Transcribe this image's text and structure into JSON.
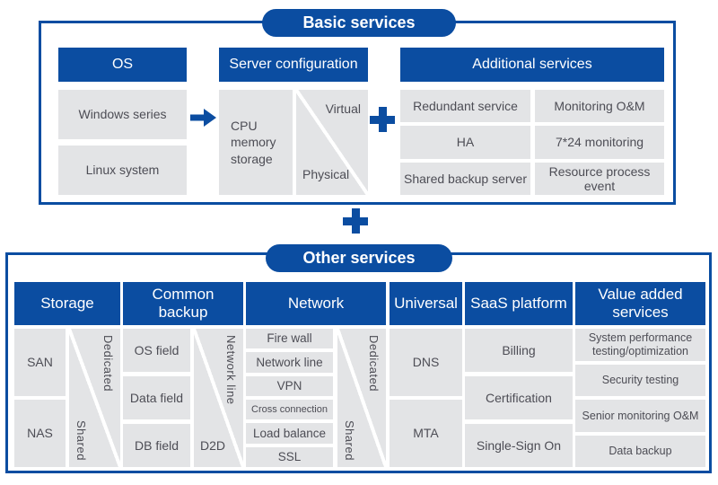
{
  "colors": {
    "blue": "#0b4da1",
    "cell_bg": "#e3e4e6",
    "cell_text": "#4d4d55"
  },
  "basic": {
    "title": "Basic services",
    "os": {
      "header": "OS",
      "items": [
        "Windows series",
        "Linux system"
      ]
    },
    "server": {
      "header": "Server configuration",
      "spec_cell": "CPU\nmemory\nstorage",
      "diagonal": {
        "top": "Virtual",
        "bottom": "Physical"
      }
    },
    "additional": {
      "header": "Additional services",
      "cells": [
        "Redundant service",
        "Monitoring O&M",
        "HA",
        "7*24 monitoring",
        "Shared backup server",
        "Resource process event"
      ]
    }
  },
  "other": {
    "title": "Other services",
    "groups": {
      "storage": {
        "header": "Storage",
        "items": [
          "SAN",
          "NAS"
        ],
        "diagonal": {
          "top": "Dedicated",
          "bottom": "Shared"
        }
      },
      "common_backup": {
        "header": "Common backup",
        "items": [
          "OS field",
          "Data field",
          "DB field"
        ],
        "diagonal": {
          "top": "Network line",
          "bottom": "D2D"
        }
      },
      "network": {
        "header": "Network",
        "items": [
          "Fire wall",
          "Network line",
          "VPN",
          "Cross connection",
          "Load balance",
          "SSL"
        ],
        "diagonal": {
          "top": "Dedicated",
          "bottom": "Shared"
        }
      },
      "universal": {
        "header": "Universal",
        "items": [
          "DNS",
          "MTA"
        ]
      },
      "saas": {
        "header": "SaaS platform",
        "items": [
          "Billing",
          "Certification",
          "Single-Sign On"
        ]
      },
      "value_added": {
        "header": "Value added services",
        "items": [
          "System performance testing/optimization",
          "Security testing",
          "Senior monitoring O&M",
          "Data backup"
        ]
      }
    }
  }
}
